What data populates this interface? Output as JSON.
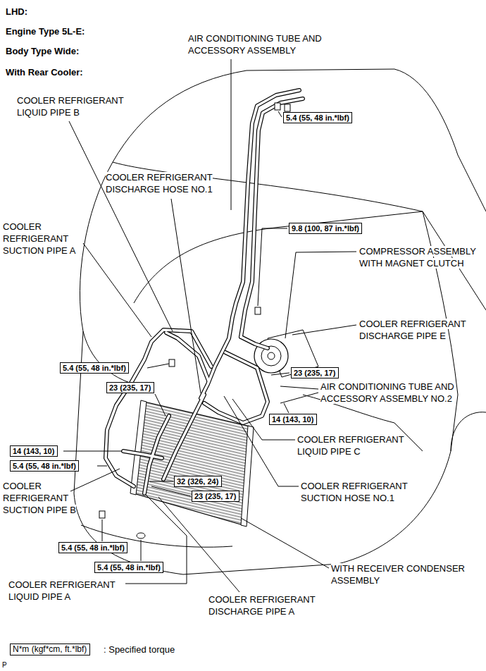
{
  "diagram": {
    "nodes": [
      {
        "text": [
          "5.4 (55, 48 in.*lbf)"
        ]
      },
      {
        "text": [
          "9.8 (100, 87 in.*lbf)"
        ]
      },
      {
        "text": [
          "5.4 (55, 48 in.*lbf)"
        ]
      },
      {
        "text": [
          "23 (235, 17)"
        ]
      },
      {
        "text": [
          "23 (235, 17)"
        ]
      },
      {
        "text": [
          "14 (143, 10)"
        ]
      },
      {
        "text": [
          "14 (143, 10)"
        ]
      },
      {
        "text": [
          "5.4 (55, 48 in.*lbf)"
        ]
      },
      {
        "text": [
          "32 (326, 24)"
        ]
      },
      {
        "text": [
          "23 (235, 17)"
        ]
      },
      {
        "text": [
          "5.4 (55, 48 in.*lbf)"
        ]
      },
      {
        "text": [
          "5.4 (55, 48 in.*lbf)"
        ]
      },
      {
        "text": [
          "N*m (kgf*cm, ft.*lbf)"
        ]
      }
    ],
    "labels": [
      "LHD:",
      "Engine Type 5L-E:",
      "Body Type Wide:",
      "With Rear Cooler:",
      "AIR CONDITIONING TUBE AND ACCESSORY ASSEMBLY",
      "COOLER REFRIGERANT LIQUID PIPE B",
      "COOLER REFRIGERANT DISCHARGE HOSE NO.1",
      "COOLER REFRIGERANT SUCTION PIPE A",
      "COMPRESSOR ASSEMBLY WITH MAGNET CLUTCH",
      "COOLER REFRIGERANT DISCHARGE PIPE E",
      "AIR CONDITIONING TUBE AND ACCESSORY ASSEMBLY NO.2",
      "COOLER REFRIGERANT LIQUID PIPE C",
      "COOLER REFRIGERANT SUCTION HOSE NO.1",
      "COOLER REFRIGERANT SUCTION PIPE B",
      "WITH RECEIVER CONDENSER ASSEMBLY",
      "COOLER REFRIGERANT LIQUID PIPE A",
      "COOLER REFRIGERANT DISCHARGE PIPE A",
      ": Specified torque",
      "P"
    ]
  }
}
